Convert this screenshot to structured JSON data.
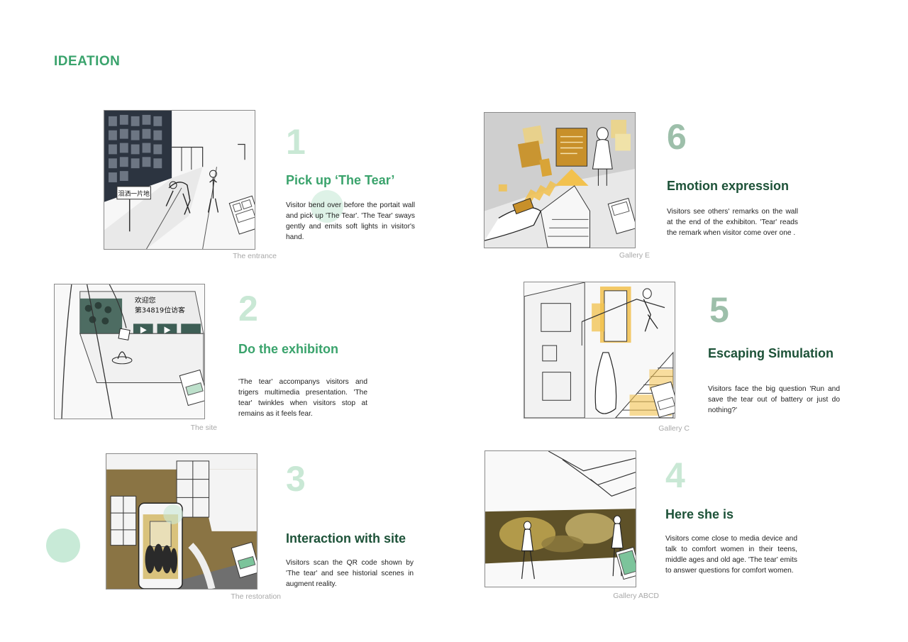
{
  "page": {
    "title": "IDEATION"
  },
  "colors": {
    "accent_green": "#3aa36c",
    "dark_green": "#1d5238",
    "light_number": "#c9e8d5",
    "sage_number": "#9dbfaa",
    "sketch_yellow": "#f2c14e"
  },
  "steps": [
    {
      "number": "1",
      "title": "Pick up ‘The Tear’",
      "description": "Visitor bend over before the portait wall and pick up 'The Tear'. 'The Tear' sways gently and emits soft lights in visitor's hand.",
      "caption": "The entrance",
      "sign_text": "泪洒一片地"
    },
    {
      "number": "2",
      "title": "Do the exhibiton",
      "description": "'The tear' accompanys visitors and trigers multimedia presentation. 'The tear' twinkles when visitors stop at remains as it feels fear.",
      "caption": "The site",
      "screen_text_line1": "欢迎您",
      "screen_text_line2": "第34819位访客"
    },
    {
      "number": "3",
      "title": "Interaction with site",
      "description": "Visitors scan the QR code shown by 'The tear' and see historial scenes in augment reality.",
      "caption": "The restoration"
    },
    {
      "number": "4",
      "title": "Here she is",
      "description": "Visitors come close to media device and talk to comfort women in their teens, middle ages and old age. 'The tear' emits to answer questions for comfort women.",
      "caption": "Gallery ABCD"
    },
    {
      "number": "5",
      "title": "Escaping Simulation",
      "description": "Visitors face the big question 'Run and save the tear out of battery or just do nothing?'",
      "caption": "Gallery C"
    },
    {
      "number": "6",
      "title": "Emotion expression",
      "description": "Visitors see others' remarks on the wall at the end of the exhibiton. 'Tear' reads the remark when visitor come over one .",
      "caption": "Gallery E"
    }
  ]
}
